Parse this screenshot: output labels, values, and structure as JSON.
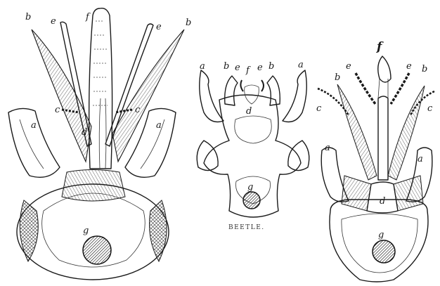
{
  "plate": {
    "caption": "BEETLE.",
    "figures": [
      {
        "name": "left",
        "labels": {
          "a_left": "a",
          "a_right": "a",
          "b_left": "b",
          "b_right": "b",
          "c_left": "c",
          "c_right": "c",
          "d": "d",
          "e_left": "e",
          "e_right": "e",
          "f": "f",
          "g": "g"
        }
      },
      {
        "name": "beetle",
        "labels": {
          "a_left": "a",
          "a_right": "a",
          "b_left": "b",
          "b_right": "b",
          "e_left": "e",
          "e_right": "e",
          "f": "f",
          "d": "d",
          "g": "g"
        }
      },
      {
        "name": "right",
        "labels": {
          "f": "f",
          "b_left": "b",
          "b_right": "b",
          "e_left": "e",
          "e_right": "e",
          "c_left": "c",
          "c_right": "c",
          "a_left": "a",
          "a_right": "a",
          "d": "d",
          "g": "g"
        }
      }
    ]
  }
}
